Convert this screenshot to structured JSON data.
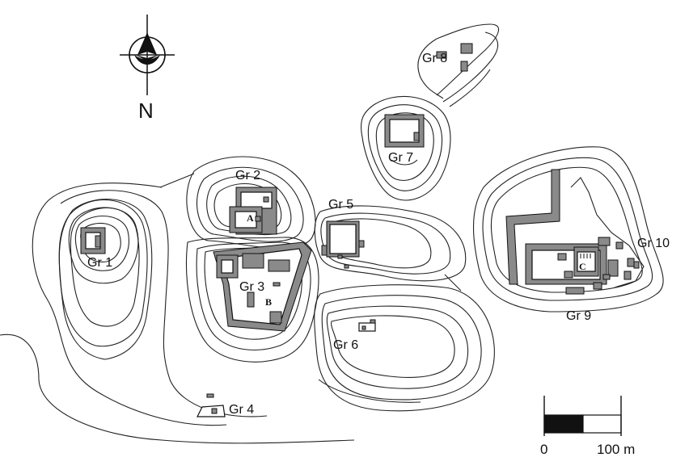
{
  "map": {
    "north_label": "N",
    "groups": [
      {
        "id": "gr1",
        "label": "Gr 1"
      },
      {
        "id": "gr2",
        "label": "Gr 2"
      },
      {
        "id": "gr3",
        "label": "Gr 3"
      },
      {
        "id": "gr4",
        "label": "Gr 4"
      },
      {
        "id": "gr5",
        "label": "Gr 5"
      },
      {
        "id": "gr6",
        "label": "Gr 6"
      },
      {
        "id": "gr7",
        "label": "Gr 7"
      },
      {
        "id": "gr8",
        "label": "Gr 8"
      },
      {
        "id": "gr9",
        "label": "Gr 9"
      },
      {
        "id": "gr10",
        "label": "Gr 10"
      }
    ],
    "building_labels": [
      "A",
      "B",
      "C"
    ],
    "scale": {
      "start": "0",
      "end": "100 m"
    }
  }
}
